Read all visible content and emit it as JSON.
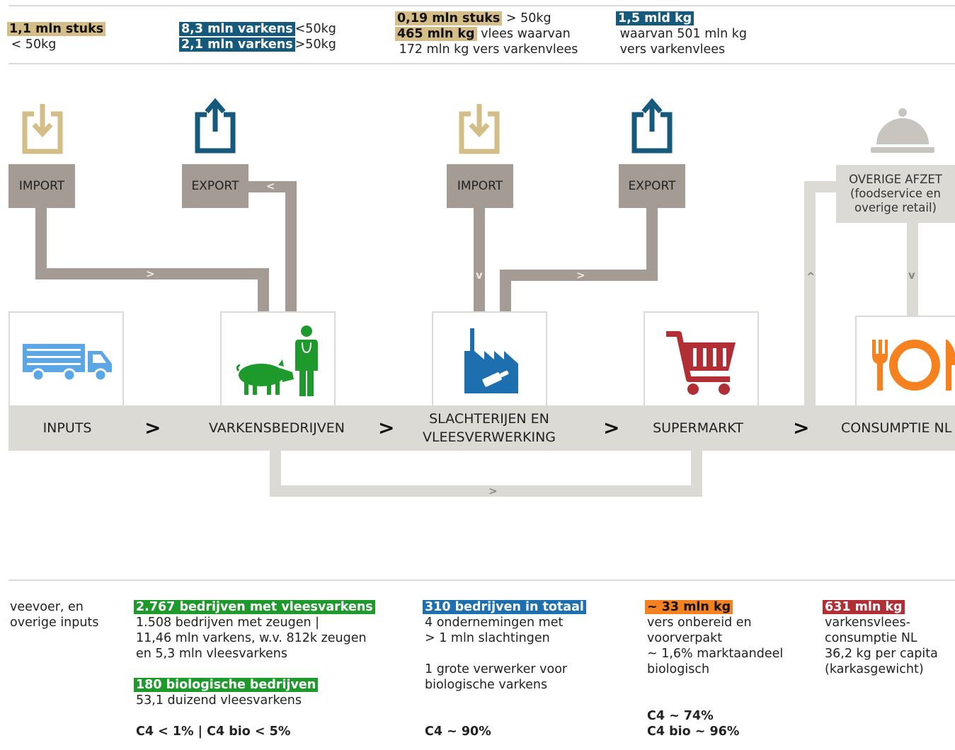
{
  "top_stats": {
    "s1": {
      "highlight": "1,1 mln stuks",
      "text": "< 50kg"
    },
    "s2": {
      "line1_highlight": "8,3 mln varkens",
      "line1_text": "<50kg",
      "line2_highlight": "2,1 mln varkens",
      "line2_text": ">50kg"
    },
    "s3": {
      "line1_highlight": "0,19 mln stuks",
      "line1_text": " > 50kg",
      "line2_highlight": "465 mln kg",
      "line2_text": " vlees waarvan",
      "line3": "172 mln kg vers varkenvlees"
    },
    "s4": {
      "highlight": "1,5 mld kg",
      "line2": "waarvan 501 mln kg",
      "line3": "vers varkenvlees"
    }
  },
  "boxes": {
    "import1": "IMPORT",
    "export1": "EXPORT",
    "import2": "IMPORT",
    "export2": "EXPORT",
    "overige": "OVERIGE AFZET\n(foodservice en\noverige retail)"
  },
  "arrows": {
    "a_import1": ">",
    "a_export1": "<",
    "a_import2": "v",
    "a_export2": ">",
    "a_overige_up": "^",
    "a_overige_down": "v",
    "a_bypass": ">",
    "band": [
      ">",
      ">",
      ">",
      ">"
    ]
  },
  "chain": {
    "inputs": "INPUTS",
    "varkens": "VARKENSBEDRIJVEN",
    "slacht": "SLACHTERIJEN EN\nVLEESVERWERKING",
    "supermarkt": "SUPERMARKT",
    "consumptie": "CONSUMPTIE NL"
  },
  "icons": {
    "import": "import-tray-icon",
    "export": "export-tray-icon",
    "cloche": "serving-cloche-icon",
    "truck": "truck-icon",
    "farmer": "pig-and-farmer-icon",
    "factory": "factory-icon",
    "cart": "shopping-cart-icon",
    "plate": "plate-cutlery-icon"
  },
  "bottom": {
    "col1": "veevoer, en\noverige inputs",
    "col2": {
      "h1": "2.767 bedrijven met vleesvarkens",
      "t1": "1.508 bedrijven met zeugen |\n11,46 mln varkens, w.v. 812k zeugen\nen 5,3 mln vleesvarkens",
      "h2": "180 biologische bedrijven",
      "t2": "53,1 duizend vleesvarkens",
      "c4": "C4 < 1% | C4 bio < 5%"
    },
    "col3": {
      "h1": "310 bedrijven in totaal",
      "t1": "4 ondernemingen met\n> 1 mln slachtingen",
      "t2": "1 grote verwerker voor\nbiologische varkens",
      "c4": "C4 ~ 90%"
    },
    "col4": {
      "h1": "~ 33 mln kg",
      "t1": "vers onbereid en\nvoorverpakt\n~ 1,6% marktaandeel\nbiologisch",
      "c4a": "C4 ~ 74%",
      "c4b": "C4 bio ~ 96%"
    },
    "col5": {
      "h1": "631 mln kg",
      "t1": "varkensvlees-\nconsumptie NL\n36,2 kg per capita\n(karkasgewicht)"
    }
  },
  "colors": {
    "gold": "#d4bd86",
    "navy": "#155a7c",
    "green": "#1d9a2b",
    "blue": "#1e6fb0",
    "orange": "#f5821f",
    "red": "#b22e35",
    "grey": "#a39b94",
    "light": "#dcdad5",
    "truck": "#5aa6e6",
    "cart": "#b22e35",
    "plate": "#f5821f"
  }
}
